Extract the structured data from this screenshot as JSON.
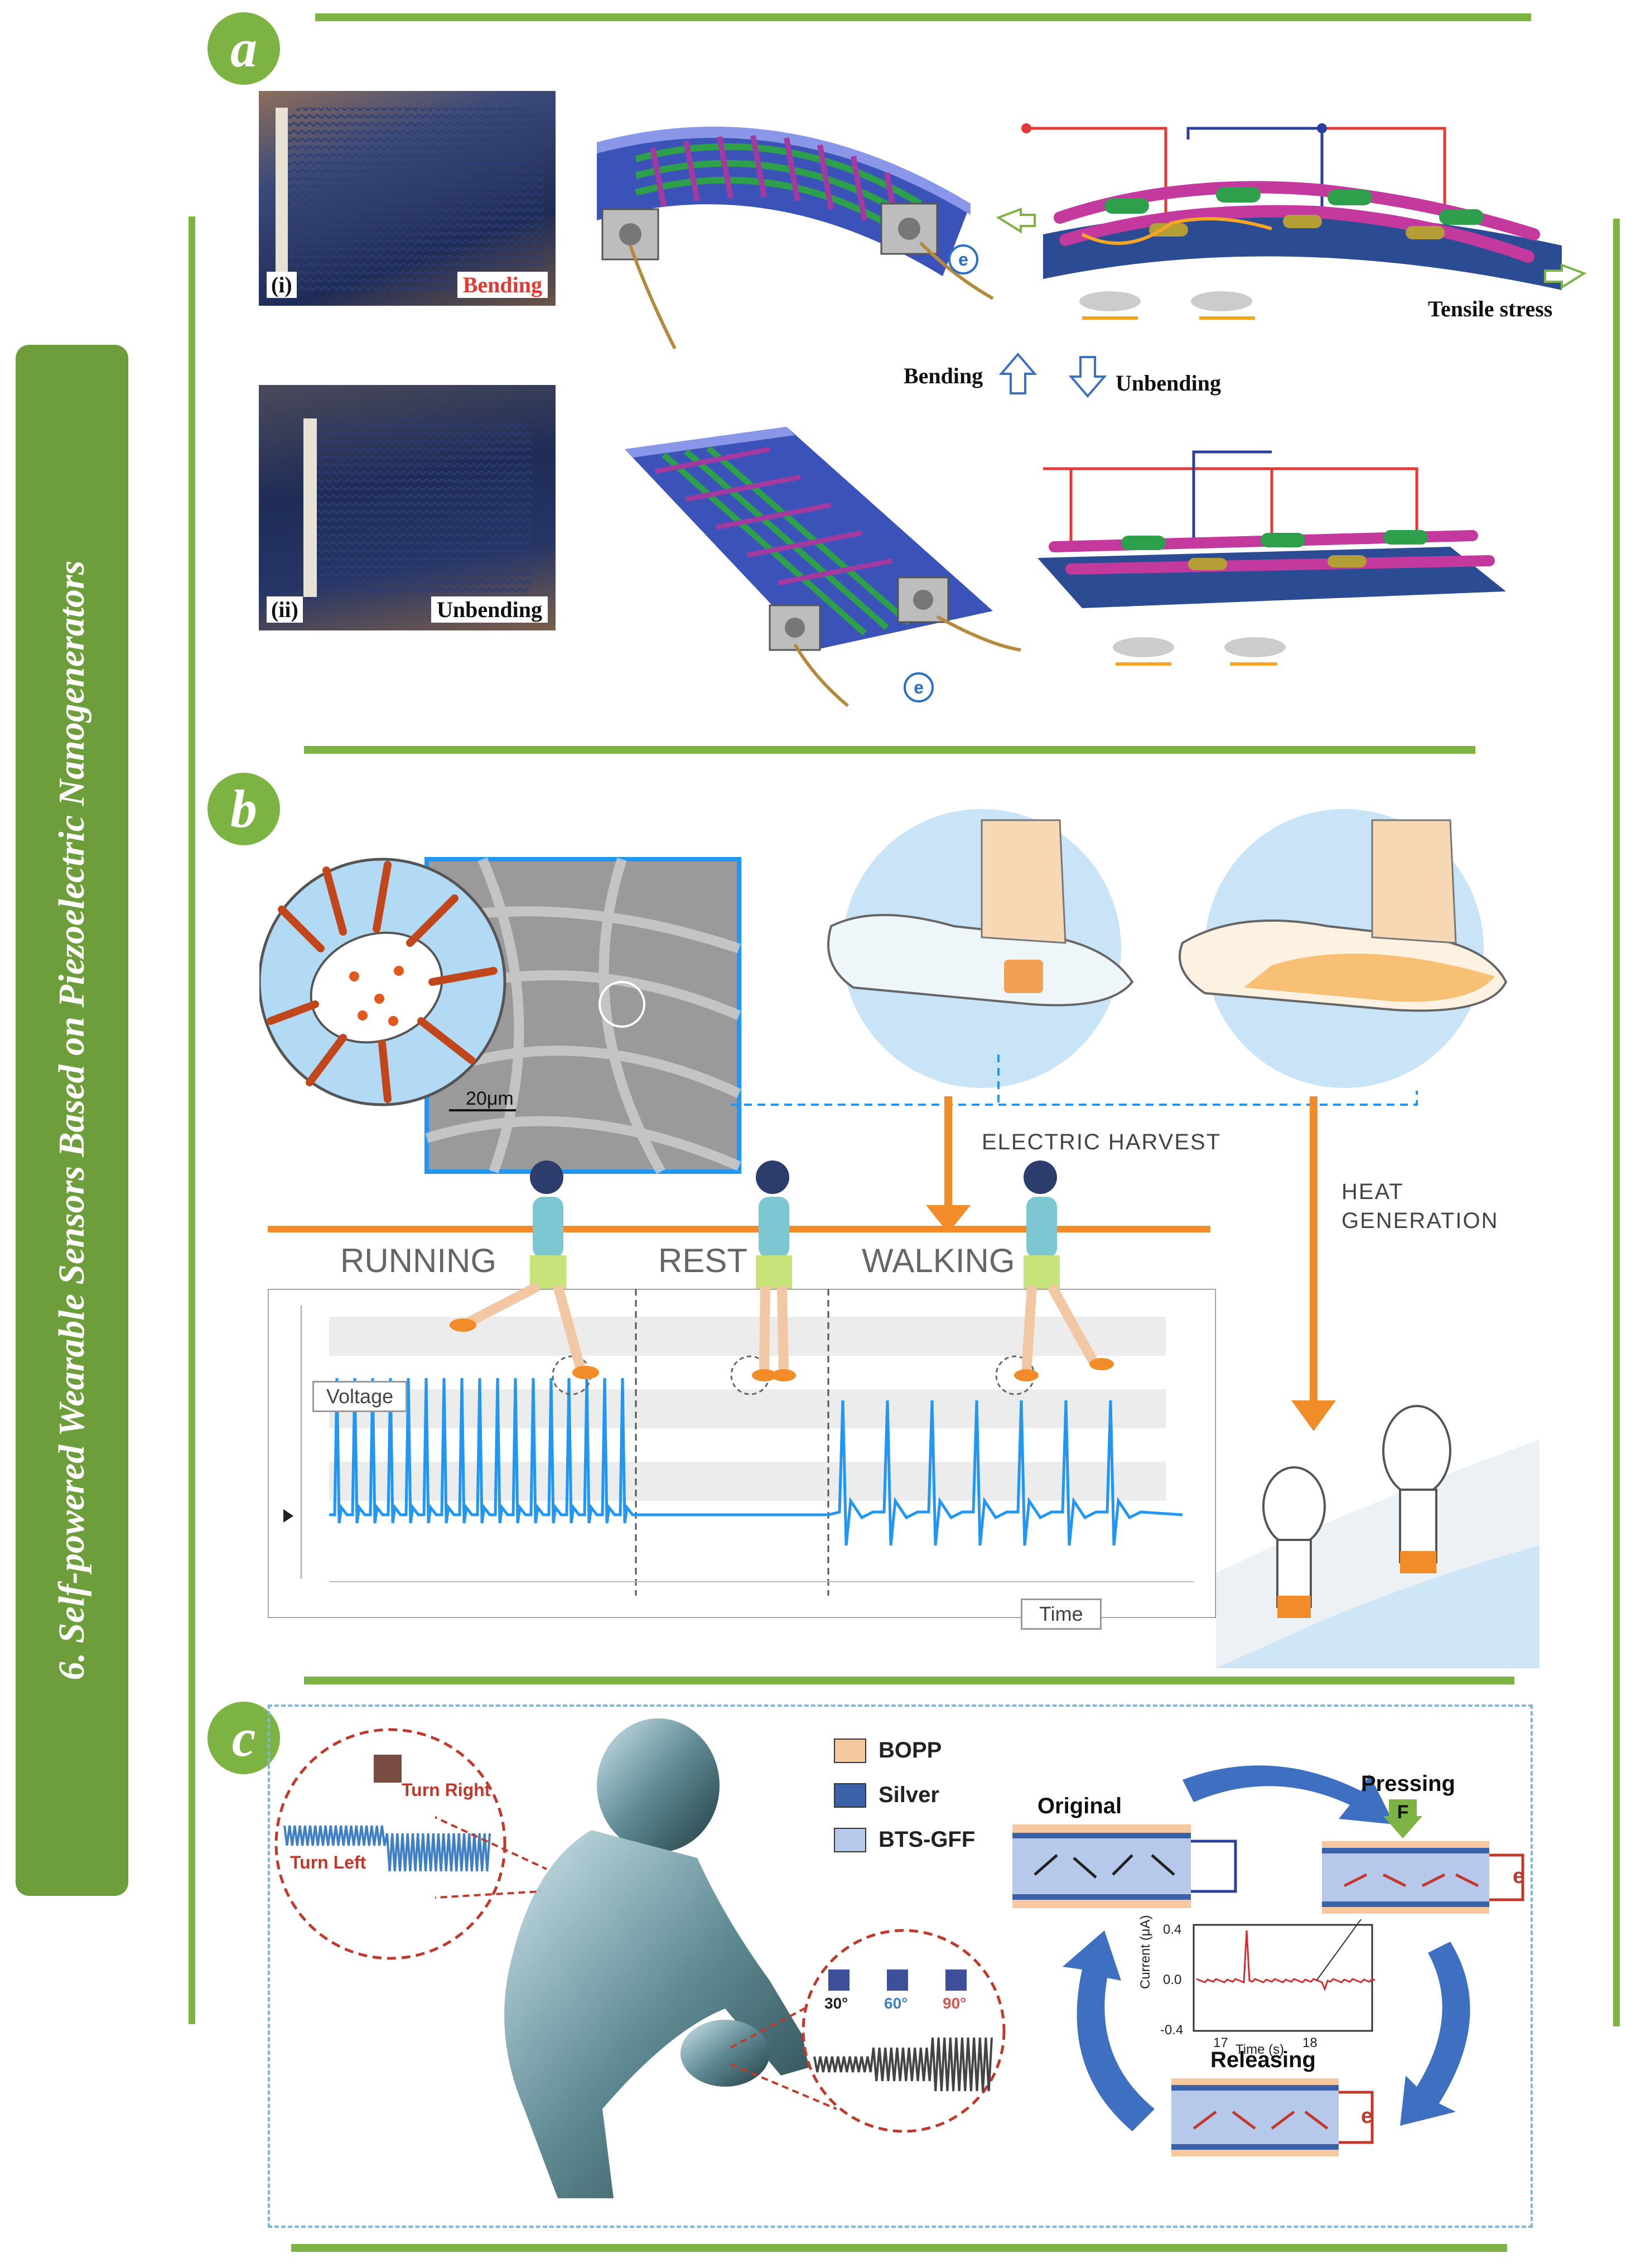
{
  "sidebar": {
    "title": "6. Self-powered Wearable Sensors Based on Piezoelectric  Nanogenerators"
  },
  "panels": {
    "a": "a",
    "b": "b",
    "c": "c"
  },
  "panel_a": {
    "photo_i_num": "(i)",
    "photo_i_label": "Bending",
    "photo_ii_num": "(ii)",
    "photo_ii_label": "Unbending",
    "arrow_up_label": "Bending",
    "arrow_down_label": "Unbending",
    "tensile_label": "Tensile stress",
    "electron": "e"
  },
  "panel_b": {
    "scale_bar": "20μm",
    "electric_harvest": "ELECTRIC HARVEST",
    "heat_generation": "HEAT GENERATION",
    "phase_running": "RUNNING",
    "phase_rest": "REST",
    "phase_walking": "WALKING",
    "voltage_label": "Voltage",
    "time_label": "Time"
  },
  "panel_c": {
    "turn_left": "Turn Left",
    "turn_right": "Turn Right",
    "angle_30": "30°",
    "angle_60": "60°",
    "angle_90": "90°",
    "legend": [
      {
        "label": "BOPP",
        "color": "#f6c8a0"
      },
      {
        "label": "Silver",
        "color": "#3b62a8"
      },
      {
        "label": "BTS-GFF",
        "color": "#b7c9ea"
      }
    ],
    "state_original": "Original",
    "state_pressing": "Pressing",
    "state_releasing": "Releasing",
    "force_label": "F",
    "electron": "e",
    "inset_ylabel": "Current (μA)",
    "inset_xlabel": "Time (s)",
    "inset_yticks": [
      "0.4",
      "0.0",
      "-0.4"
    ],
    "inset_xticks": [
      "17",
      "18"
    ]
  },
  "colors": {
    "green": "#7cb342",
    "orange": "#f28c28",
    "signal_blue": "#2196f3",
    "circuit_red": "#e53935",
    "cycle_blue": "#3f6fc0"
  }
}
